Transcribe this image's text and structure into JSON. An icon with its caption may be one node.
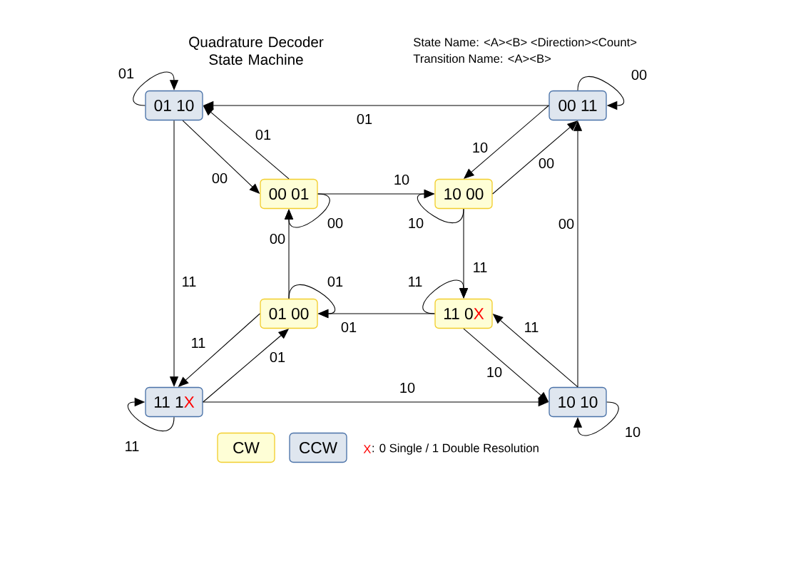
{
  "diagram": {
    "title": "Quadrature Decoder State Machine",
    "nodes": [
      {
        "text": [
          "01 10"
        ]
      },
      {
        "text": [
          "00 11"
        ]
      },
      {
        "text": [
          "00 01"
        ]
      },
      {
        "text": [
          "10 00"
        ]
      },
      {
        "text": [
          "01 00"
        ]
      },
      {
        "text": [
          "11 0",
          "X"
        ]
      },
      {
        "text": [
          "11 1",
          "X"
        ]
      },
      {
        "text": [
          "10 10"
        ]
      }
    ],
    "edges": [
      {
        "from": 0,
        "to": 0,
        "arrow": "to",
        "label": "01"
      },
      {
        "from": 0,
        "to": 2,
        "arrow": "to",
        "label": "00"
      },
      {
        "from": 2,
        "to": 0,
        "arrow": "to",
        "label": "01"
      },
      {
        "from": 1,
        "to": 0,
        "arrow": "to",
        "label": "01"
      },
      {
        "from": 1,
        "to": 1,
        "arrow": "to",
        "label": "00"
      },
      {
        "from": 1,
        "to": 3,
        "arrow": "to",
        "label": "10"
      },
      {
        "from": 3,
        "to": 1,
        "arrow": "to",
        "label": "00"
      },
      {
        "from": 2,
        "to": 3,
        "arrow": "to",
        "label": "10"
      },
      {
        "from": 2,
        "to": 2,
        "arrow": "to",
        "label": "00"
      },
      {
        "from": 3,
        "to": 3,
        "arrow": "to",
        "label": "10"
      },
      {
        "from": 3,
        "to": 5,
        "arrow": "to",
        "label": "11"
      },
      {
        "from": 4,
        "to": 2,
        "arrow": "to",
        "label": "00"
      },
      {
        "from": 4,
        "to": 4,
        "arrow": "to",
        "label": "01"
      },
      {
        "from": 5,
        "to": 4,
        "arrow": "to",
        "label": "01"
      },
      {
        "from": 5,
        "to": 5,
        "arrow": "to",
        "label": "11"
      },
      {
        "from": 4,
        "to": 6,
        "arrow": "to",
        "label": "11"
      },
      {
        "from": 6,
        "to": 4,
        "arrow": "to",
        "label": "01"
      },
      {
        "from": 0,
        "to": 6,
        "arrow": "to",
        "label": "11"
      },
      {
        "from": 6,
        "to": 6,
        "arrow": "to",
        "label": "11"
      },
      {
        "from": 6,
        "to": 7,
        "arrow": "to",
        "label": "10"
      },
      {
        "from": 5,
        "to": 7,
        "arrow": "to",
        "label": "10"
      },
      {
        "from": 7,
        "to": 5,
        "arrow": "to",
        "label": "11"
      },
      {
        "from": 7,
        "to": 1,
        "arrow": "to",
        "label": "00"
      },
      {
        "from": 7,
        "to": 7,
        "arrow": "to",
        "label": "10"
      }
    ],
    "labels": [
      "State Name: <A><B> <Direction><Count>",
      "Transition Name: <A><B>",
      "X",
      ": 0 Single / 1 Double Resolution"
    ],
    "legend": [
      {
        "text": "CW",
        "color": "#fefed6"
      },
      {
        "text": "CCW",
        "color": "#dfe6ef"
      }
    ]
  }
}
